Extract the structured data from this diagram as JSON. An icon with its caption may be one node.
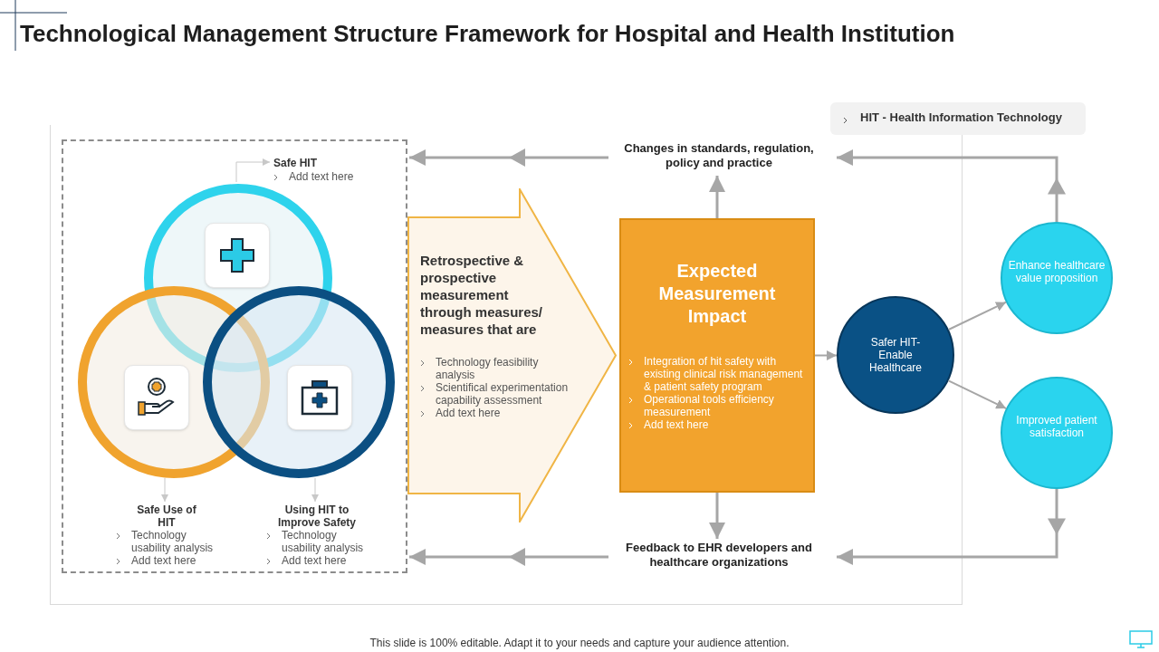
{
  "diagram": {
    "title": "Technological Management Structure Framework for Hospital and Health Institution",
    "nodes": [
      {
        "text": [],
        "shape": "box"
      },
      {
        "text": [
          "Safe HIT",
          "Add text here"
        ],
        "in": 0
      },
      {
        "text": [],
        "shape": "circle",
        "in": 0
      },
      {
        "text": [],
        "shape": "circle",
        "in": 0
      },
      {
        "text": [],
        "shape": "circle",
        "in": 0
      },
      {
        "text": [
          "Safe Use of HIT",
          "Technology usability analysis",
          "Add text here"
        ],
        "in": 0
      },
      {
        "text": [
          "Using HIT to Improve Safety",
          "Technology usability analysis",
          "Add text here"
        ],
        "in": 0
      },
      {
        "text": [
          "Retrospective & prospective measurement through measures/ measures that are",
          "Technology feasibility analysis",
          "Scientifical experimentation capability assessment",
          "Add text here"
        ]
      },
      {
        "text": [
          "Expected Measurement Impact",
          "Integration of hit safety with existing clinical risk management & patient safety program",
          "Operational tools efficiency measurement",
          "Add text here"
        ]
      },
      {
        "text": [
          "Changes in standards, regulation, policy and practice"
        ]
      },
      {
        "text": [
          "Feedback to EHR developers and healthcare organizations"
        ]
      },
      {
        "text": [
          "Safer HIT- Enable Healthcare"
        ]
      },
      {
        "text": [
          "Enhance healthcare value proposition"
        ]
      },
      {
        "text": [
          "Improved patient satisfaction"
        ]
      },
      {
        "text": [
          "HIT - Health Information Technology"
        ]
      }
    ],
    "edges": [
      {
        "from": 2,
        "to": 1,
        "arrow": "to"
      },
      {
        "from": 3,
        "to": 5,
        "arrow": "to"
      },
      {
        "from": 4,
        "to": 6,
        "arrow": "to"
      },
      {
        "from": 8,
        "to": 9,
        "arrow": "to"
      },
      {
        "from": 8,
        "to": 10,
        "arrow": "to"
      },
      {
        "from": 9,
        "to": 0,
        "arrow": "to"
      },
      {
        "from": 10,
        "to": 0,
        "arrow": "to"
      },
      {
        "from": 8,
        "to": 11,
        "arrow": "to"
      },
      {
        "from": 11,
        "to": 12,
        "arrow": "to"
      },
      {
        "from": 11,
        "to": 13,
        "arrow": "to"
      },
      {
        "from": 12,
        "to": 9,
        "arrow": "to"
      },
      {
        "from": 13,
        "to": 10,
        "arrow": "to"
      }
    ],
    "labels": [
      "This slide is 100% editable. Adapt it to your needs and capture your audience attention."
    ]
  }
}
